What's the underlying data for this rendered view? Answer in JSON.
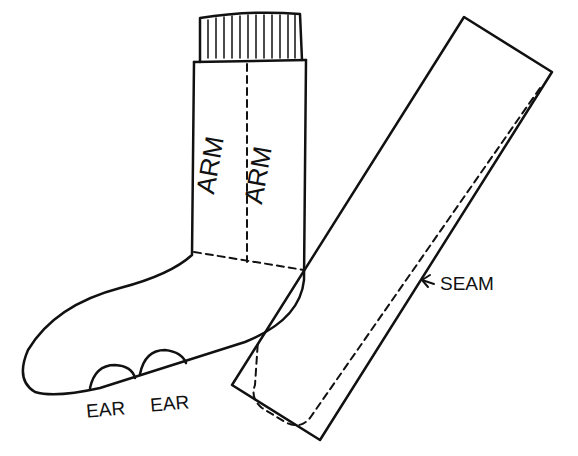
{
  "diagram": {
    "labels": [
      "ARM",
      "ARM",
      "EAR",
      "EAR",
      "SEAM"
    ]
  }
}
